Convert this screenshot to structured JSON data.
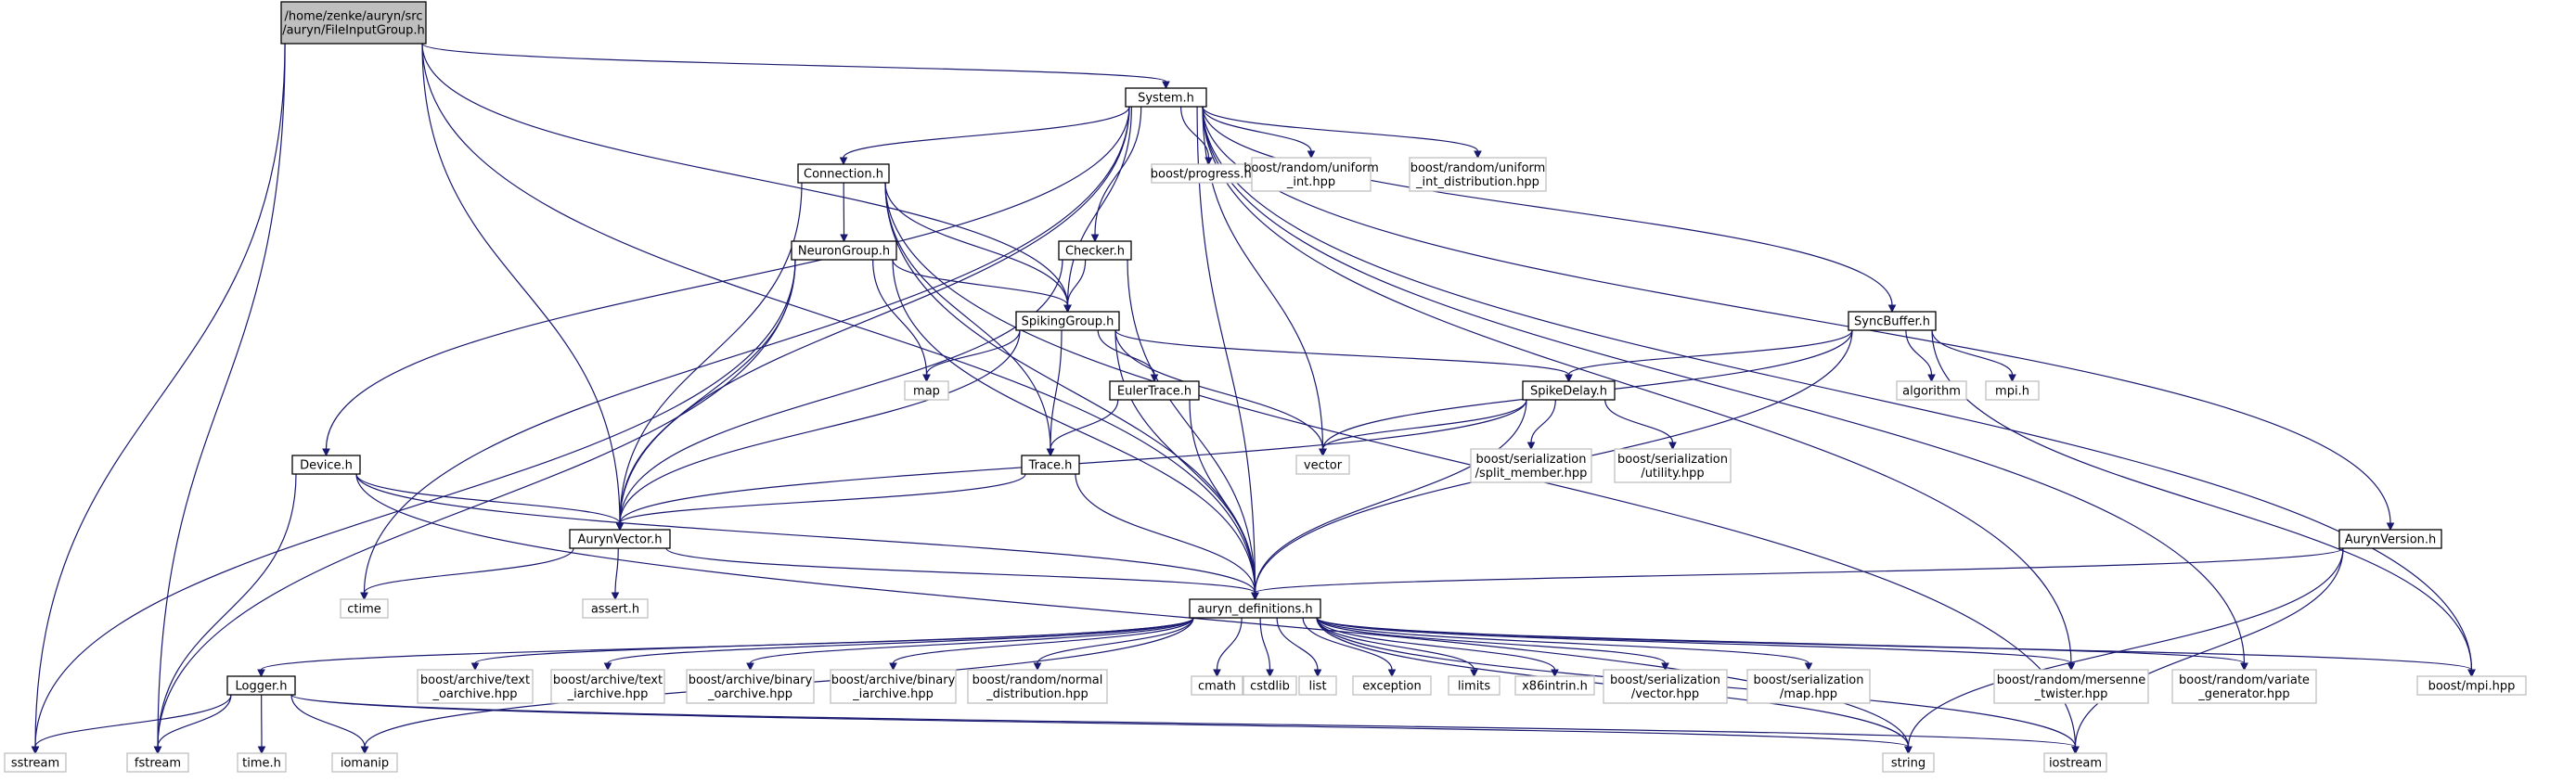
{
  "diagram": {
    "type": "include-dependency-graph",
    "colors": {
      "edge": "#191970",
      "root_fill": "#bfbfbf",
      "box_border": "#000000",
      "ext_border": "#bfbfbf"
    },
    "nodes": [
      {
        "id": "root",
        "lines": [
          "/home/zenke/auryn/src",
          "/auryn/FileInputGroup.h"
        ],
        "kind": "root"
      },
      {
        "id": "system",
        "lines": [
          "System.h"
        ],
        "kind": "file"
      },
      {
        "id": "connection",
        "lines": [
          "Connection.h"
        ],
        "kind": "file"
      },
      {
        "id": "neurongroup",
        "lines": [
          "NeuronGroup.h"
        ],
        "kind": "file"
      },
      {
        "id": "checker",
        "lines": [
          "Checker.h"
        ],
        "kind": "file"
      },
      {
        "id": "spikinggroup",
        "lines": [
          "SpikingGroup.h"
        ],
        "kind": "file"
      },
      {
        "id": "eulertrace",
        "lines": [
          "EulerTrace.h"
        ],
        "kind": "file"
      },
      {
        "id": "trace",
        "lines": [
          "Trace.h"
        ],
        "kind": "file"
      },
      {
        "id": "syncbuffer",
        "lines": [
          "SyncBuffer.h"
        ],
        "kind": "file"
      },
      {
        "id": "spikedelay",
        "lines": [
          "SpikeDelay.h"
        ],
        "kind": "file"
      },
      {
        "id": "device",
        "lines": [
          "Device.h"
        ],
        "kind": "file"
      },
      {
        "id": "aurynvector",
        "lines": [
          "AurynVector.h"
        ],
        "kind": "file"
      },
      {
        "id": "aurynversion",
        "lines": [
          "AurynVersion.h"
        ],
        "kind": "file"
      },
      {
        "id": "defs",
        "lines": [
          "auryn_definitions.h"
        ],
        "kind": "file"
      },
      {
        "id": "logger",
        "lines": [
          "Logger.h"
        ],
        "kind": "file"
      },
      {
        "id": "progress",
        "lines": [
          "boost/progress.hpp"
        ],
        "kind": "ext"
      },
      {
        "id": "uniform_int",
        "lines": [
          "boost/random/uniform",
          "_int.hpp"
        ],
        "kind": "ext"
      },
      {
        "id": "uniform_int_dist",
        "lines": [
          "boost/random/uniform",
          "_int_distribution.hpp"
        ],
        "kind": "ext"
      },
      {
        "id": "map",
        "lines": [
          "map"
        ],
        "kind": "ext"
      },
      {
        "id": "vector",
        "lines": [
          "vector"
        ],
        "kind": "ext"
      },
      {
        "id": "algorithm",
        "lines": [
          "algorithm"
        ],
        "kind": "ext"
      },
      {
        "id": "mpi_h",
        "lines": [
          "mpi.h"
        ],
        "kind": "ext"
      },
      {
        "id": "split_member",
        "lines": [
          "boost/serialization",
          "/split_member.hpp"
        ],
        "kind": "ext"
      },
      {
        "id": "ser_utility",
        "lines": [
          "boost/serialization",
          "/utility.hpp"
        ],
        "kind": "ext"
      },
      {
        "id": "ctime",
        "lines": [
          "ctime"
        ],
        "kind": "ext"
      },
      {
        "id": "assert",
        "lines": [
          "assert.h"
        ],
        "kind": "ext"
      },
      {
        "id": "text_oarchive",
        "lines": [
          "boost/archive/text",
          "_oarchive.hpp"
        ],
        "kind": "ext"
      },
      {
        "id": "text_iarchive",
        "lines": [
          "boost/archive/text",
          "_iarchive.hpp"
        ],
        "kind": "ext"
      },
      {
        "id": "binary_oarchive",
        "lines": [
          "boost/archive/binary",
          "_oarchive.hpp"
        ],
        "kind": "ext"
      },
      {
        "id": "binary_iarchive",
        "lines": [
          "boost/archive/binary",
          "_iarchive.hpp"
        ],
        "kind": "ext"
      },
      {
        "id": "normal_dist",
        "lines": [
          "boost/random/normal",
          "_distribution.hpp"
        ],
        "kind": "ext"
      },
      {
        "id": "cmath",
        "lines": [
          "cmath"
        ],
        "kind": "ext"
      },
      {
        "id": "cstdlib",
        "lines": [
          "cstdlib"
        ],
        "kind": "ext"
      },
      {
        "id": "list",
        "lines": [
          "list"
        ],
        "kind": "ext"
      },
      {
        "id": "exception",
        "lines": [
          "exception"
        ],
        "kind": "ext"
      },
      {
        "id": "limits",
        "lines": [
          "limits"
        ],
        "kind": "ext"
      },
      {
        "id": "x86intrin",
        "lines": [
          "x86intrin.h"
        ],
        "kind": "ext"
      },
      {
        "id": "ser_vector",
        "lines": [
          "boost/serialization",
          "/vector.hpp"
        ],
        "kind": "ext"
      },
      {
        "id": "ser_map",
        "lines": [
          "boost/serialization",
          "/map.hpp"
        ],
        "kind": "ext"
      },
      {
        "id": "mersenne",
        "lines": [
          "boost/random/mersenne",
          "_twister.hpp"
        ],
        "kind": "ext"
      },
      {
        "id": "variate",
        "lines": [
          "boost/random/variate",
          "_generator.hpp"
        ],
        "kind": "ext"
      },
      {
        "id": "boost_mpi",
        "lines": [
          "boost/mpi.hpp"
        ],
        "kind": "ext"
      },
      {
        "id": "sstream",
        "lines": [
          "sstream"
        ],
        "kind": "ext"
      },
      {
        "id": "fstream",
        "lines": [
          "fstream"
        ],
        "kind": "ext"
      },
      {
        "id": "time_h",
        "lines": [
          "time.h"
        ],
        "kind": "ext"
      },
      {
        "id": "iomanip",
        "lines": [
          "iomanip"
        ],
        "kind": "ext"
      },
      {
        "id": "string",
        "lines": [
          "string"
        ],
        "kind": "ext"
      },
      {
        "id": "iostream",
        "lines": [
          "iostream"
        ],
        "kind": "ext"
      }
    ],
    "edges": [
      [
        "root",
        "system"
      ],
      [
        "root",
        "sstream"
      ],
      [
        "root",
        "fstream"
      ],
      [
        "root",
        "aurynvector"
      ],
      [
        "root",
        "defs"
      ],
      [
        "root",
        "spikinggroup"
      ],
      [
        "system",
        "connection"
      ],
      [
        "system",
        "spikinggroup"
      ],
      [
        "system",
        "checker"
      ],
      [
        "system",
        "progress"
      ],
      [
        "system",
        "uniform_int"
      ],
      [
        "system",
        "uniform_int_dist"
      ],
      [
        "system",
        "vector"
      ],
      [
        "system",
        "syncbuffer"
      ],
      [
        "system",
        "aurynversion"
      ],
      [
        "system",
        "device"
      ],
      [
        "system",
        "aurynvector"
      ],
      [
        "system",
        "ctime"
      ],
      [
        "system",
        "defs"
      ],
      [
        "system",
        "mersenne"
      ],
      [
        "system",
        "variate"
      ],
      [
        "system",
        "boost_mpi"
      ],
      [
        "connection",
        "neurongroup"
      ],
      [
        "connection",
        "spikinggroup"
      ],
      [
        "connection",
        "aurynvector"
      ],
      [
        "connection",
        "trace"
      ],
      [
        "connection",
        "defs"
      ],
      [
        "connection",
        "iostream"
      ],
      [
        "neurongroup",
        "spikinggroup"
      ],
      [
        "neurongroup",
        "map"
      ],
      [
        "neurongroup",
        "aurynvector"
      ],
      [
        "neurongroup",
        "defs"
      ],
      [
        "neurongroup",
        "sstream"
      ],
      [
        "neurongroup",
        "fstream"
      ],
      [
        "checker",
        "spikinggroup"
      ],
      [
        "checker",
        "aurynvector"
      ],
      [
        "checker",
        "defs"
      ],
      [
        "spikinggroup",
        "map"
      ],
      [
        "spikinggroup",
        "eulertrace"
      ],
      [
        "spikinggroup",
        "trace"
      ],
      [
        "spikinggroup",
        "vector"
      ],
      [
        "spikinggroup",
        "spikedelay"
      ],
      [
        "spikinggroup",
        "aurynvector"
      ],
      [
        "spikinggroup",
        "defs"
      ],
      [
        "eulertrace",
        "trace"
      ],
      [
        "eulertrace",
        "defs"
      ],
      [
        "trace",
        "aurynvector"
      ],
      [
        "trace",
        "defs"
      ],
      [
        "syncbuffer",
        "spikedelay"
      ],
      [
        "syncbuffer",
        "vector"
      ],
      [
        "syncbuffer",
        "algorithm"
      ],
      [
        "syncbuffer",
        "mpi_h"
      ],
      [
        "syncbuffer",
        "boost_mpi"
      ],
      [
        "syncbuffer",
        "defs"
      ],
      [
        "spikedelay",
        "vector"
      ],
      [
        "spikedelay",
        "split_member"
      ],
      [
        "spikedelay",
        "ser_utility"
      ],
      [
        "spikedelay",
        "aurynvector"
      ],
      [
        "spikedelay",
        "defs"
      ],
      [
        "device",
        "aurynvector"
      ],
      [
        "device",
        "fstream"
      ],
      [
        "device",
        "defs"
      ],
      [
        "device",
        "string"
      ],
      [
        "aurynvector",
        "ctime"
      ],
      [
        "aurynvector",
        "assert"
      ],
      [
        "aurynvector",
        "defs"
      ],
      [
        "aurynversion",
        "defs"
      ],
      [
        "aurynversion",
        "string"
      ],
      [
        "aurynversion",
        "iostream"
      ],
      [
        "defs",
        "logger"
      ],
      [
        "defs",
        "text_oarchive"
      ],
      [
        "defs",
        "text_iarchive"
      ],
      [
        "defs",
        "binary_oarchive"
      ],
      [
        "defs",
        "binary_iarchive"
      ],
      [
        "defs",
        "normal_dist"
      ],
      [
        "defs",
        "cmath"
      ],
      [
        "defs",
        "cstdlib"
      ],
      [
        "defs",
        "list"
      ],
      [
        "defs",
        "exception"
      ],
      [
        "defs",
        "limits"
      ],
      [
        "defs",
        "x86intrin"
      ],
      [
        "defs",
        "ser_vector"
      ],
      [
        "defs",
        "ser_map"
      ],
      [
        "defs",
        "mersenne"
      ],
      [
        "defs",
        "variate"
      ],
      [
        "defs",
        "boost_mpi"
      ],
      [
        "defs",
        "string"
      ],
      [
        "defs",
        "iostream"
      ],
      [
        "defs",
        "iomanip"
      ],
      [
        "logger",
        "sstream"
      ],
      [
        "logger",
        "fstream"
      ],
      [
        "logger",
        "time_h"
      ],
      [
        "logger",
        "iomanip"
      ],
      [
        "logger",
        "string"
      ],
      [
        "logger",
        "iostream"
      ]
    ]
  }
}
